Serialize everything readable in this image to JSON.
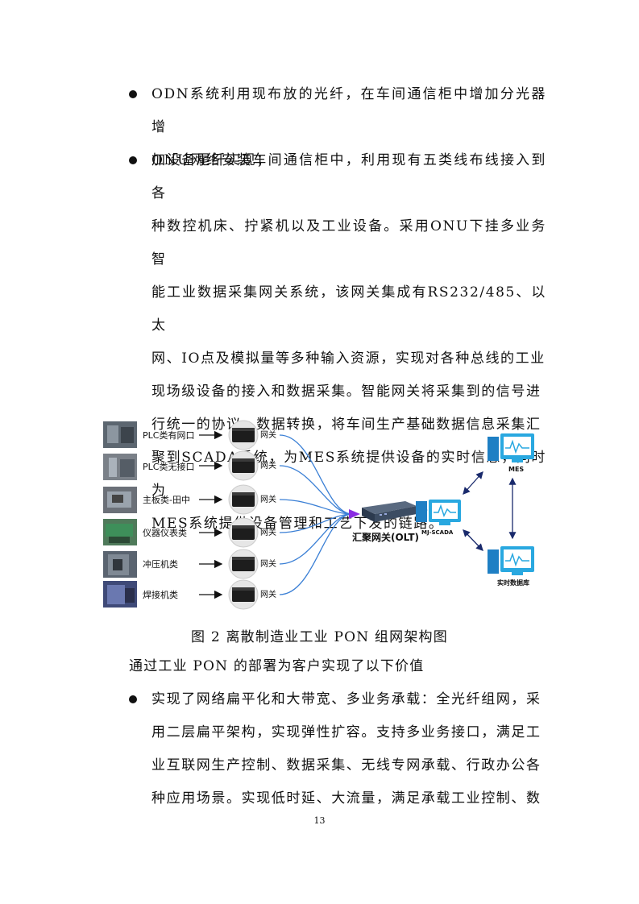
{
  "bullets_top": [
    {
      "lines": [
        "ODN系统利用现布放的光纤，在车间通信柜中增加分光器增",
        "加设备尾纤实现；"
      ]
    },
    {
      "lines": [
        "ONU网络安装车间通信柜中，利用现有五类线布线接入到各",
        "种数控机床、拧紧机以及工业设备。采用ONU下挂多业务智",
        "能工业数据采集网关系统，该网关集成有RS232/485、以太",
        "网、IO点及模拟量等多种输入资源，实现对各种总线的工业",
        "现场级设备的接入和数据采集。智能网关将采集到的信号进",
        "行统一的协议、数据转换，将车间生产基础数据信息采集汇",
        "聚到SCADA系统，为MES系统提供设备的实时信息，同时为",
        "MES系统提供设备管理和工艺下发的链路。"
      ]
    }
  ],
  "figure": {
    "devices": [
      {
        "label": "PLC类有网口",
        "gateway": "网关"
      },
      {
        "label": "PLC类无接口",
        "gateway": "网关"
      },
      {
        "label": "主板类-田中",
        "gateway": "网关"
      },
      {
        "label": "仪器仪表类",
        "gateway": "网关"
      },
      {
        "label": "冲压机类",
        "gateway": "网关"
      },
      {
        "label": "焊接机类",
        "gateway": "网关"
      }
    ],
    "olt_label": "汇聚网关(OLT)",
    "scada_label": "MJ-SCADA",
    "mes_label": "MES",
    "db_label": "实时数据库"
  },
  "caption": "图 2 离散制造业工业 PON 组网架构图",
  "intro": "通过工业 PON 的部署为客户实现了以下价值",
  "bullets_bottom": [
    {
      "lines": [
        "实现了网络扁平化和大带宽、多业务承载：全光纤组网，采",
        "用二层扁平架构，实现弹性扩容。支持多业务接口，满足工",
        "业互联网生产控制、数据采集、无线专网承载、行政办公各",
        "种应用场景。实现低时延、大流量，满足承载工业控制、数"
      ]
    }
  ],
  "page_number": "13",
  "colors": {
    "curve": "#3a7fd5",
    "monitor": "#29a8e0",
    "olt_arrow": "#8a2be2"
  }
}
